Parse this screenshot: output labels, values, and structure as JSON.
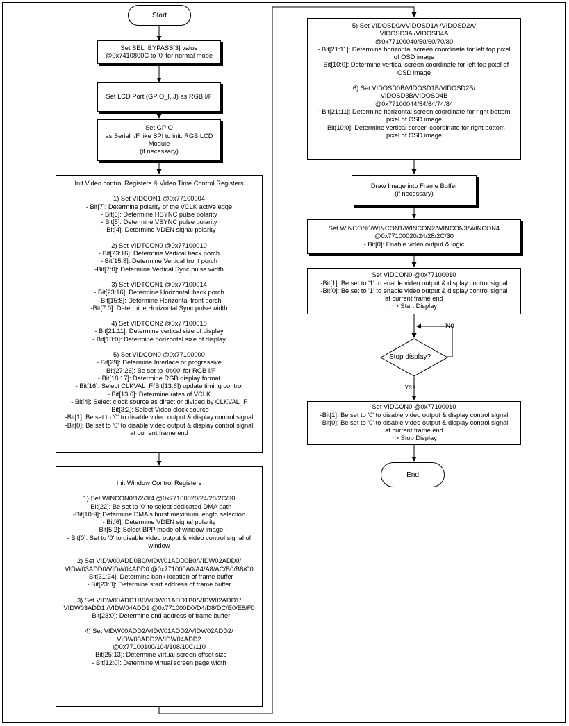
{
  "start_label": "Start",
  "end_label": "End",
  "decision_label": "Stop display?",
  "no_label": "No",
  "yes_label": "Yes",
  "left_column": {
    "sel_bypass": [
      "Set SEL_BYPASS[3] value",
      "@0x7410800C to '0' for normal mode"
    ],
    "lcd_port": [
      "Set LCD Port (GPIO_I, J) as RGB I/F"
    ],
    "gpio": [
      "Set GPIO",
      "as Serial I/F like SPI to init. RGB LCD",
      "Module",
      "(if necessary)"
    ],
    "video_ctrl": {
      "title": "Init Video control Registers & Video Time Control Registers",
      "groups": [
        [
          "1) Set VIDCON1 @0x77100004",
          "- Bit[7]: Determine polarity of the VCLK active edge",
          "- Bit[6]: Determine HSYNC pulse polarity",
          "- Bit[5]: Determine VSYNC pulse polarity",
          "- Bit[4]: Determine VDEN signal polarity"
        ],
        [
          "2) Set VIDTCON0 @0x77100010",
          "- Bit[23:16]: Determine Vertical back porch",
          "- Bit[15:8]: Determine Vertical front porch",
          "-Bit[7:0]: Determine Vertical Sync pulse width"
        ],
        [
          "3) Set VIDTCON1 @0x77100014",
          "- Bit[23:16]: Determine Horizontall back porch",
          "- Bit[15:8]: Determine Horizontal front porch",
          "-Bit[7:0]: Determine Horizontal Sync pulse width"
        ],
        [
          "4) Set VIDTCON2 @0x77100018",
          "- Bit[21:11]: Determine vertical size of display",
          "- Bit[10:0]: Determine horizontal size of display"
        ],
        [
          "5) Set VIDCON0 @0x77100000",
          "- Bit[29]: Determine Interlace or progressive",
          "- Bit[27:26]: Be set to '0b00' for RGB I/F",
          "- Bit[18:17]: Determine RGB display format",
          "- Bit[16]: Select CLKVAL_F(Bit[13:6]) update timing control",
          "- Bit[13:6]: Determine rates of VCLK",
          "- Bit[4]: Select clock source as direct or divided by CLKVAL_F",
          "-Bit[3:2]: Select Video clock source",
          "-Bit[1]: Be set to '0' to disable video output & display control signal",
          "-Bit[0]: Be set to '0' to disable video output & display control signal",
          "at current frame end"
        ]
      ]
    },
    "window_ctrl": {
      "title": "Init Window Control Registers",
      "groups": [
        [
          "1) Set WINCON0/1/2/3/4 @0x77100020/24/28/2C/30",
          "- Bit[22]: Be set to '0' to select dedicated DMA path",
          "-Bit[10:9]: Determine DMA's burst maximum length selection",
          "- Bit[6]: Determine VDEN signal polarity",
          "- Bit[5:2]: Select BPP mode of window image",
          "- Bit[0]: Set to '0' to disable video output & video control signal of",
          "window"
        ],
        [
          "2) Set VIDW00ADD0B0/VIDW01ADD0B0/VIDW02ADD0/",
          "VIDW03ADD0/VIDW04ADD0 @0x771000A0/A4/A8/AC/B0/B8/C0",
          "- Bit[31:24]: Determine bank location of frame buffer",
          "- Bit[23:0]: Determine start address of frame buffer"
        ],
        [
          "3) Set VIDW00ADD1B0/VIDW01ADD1B0/VIDW02ADD1/",
          "VIDW03ADD1 /VIDW04ADD1 @0x771000D0/D4/D8/DC/E0/E8/F0",
          "- Bit[23:0]: Determine end address of frame buffer"
        ],
        [
          "4) Set VIDW00ADD2/VIDW01ADD2/VIDW02ADD2/",
          "VIDW03ADD2/VIDW04ADD2",
          "@0x77100100/104/108/10C/110",
          "- Bit[25:13]: Determine virtual screen offset size",
          "- Bit[12:0]: Determine virtual screen page width"
        ]
      ]
    }
  },
  "right_column": {
    "osd": {
      "groups": [
        [
          "5) Set VIDOSD0A/VIDOSD1A /VIDOSD2A/",
          "VIDOSD3A /VIDOSD4A",
          "@0x77100040/50/60/70/80",
          "- Bit[21:11]: Determine horizontal screen coordinate for left top pixel",
          "of OSD image",
          "- Bit[10:0]: Determine vertical screen coordinate for left top pixel of",
          "OSD image"
        ],
        [
          "6) Set VIDOSD0B/VIDOSD1B/VIDOSD2B/",
          "VIDOSD3B/VIDOSD4B",
          "@0x77100044/54/64/74/84",
          "- Bit[21:11]: Determine horizontal screen coordinate for right bottom",
          "pixel of OSD image",
          "- Bit[10:0]: Determine vertical screen coordinate for right bottom",
          "pixel of OSD image"
        ]
      ]
    },
    "draw_image": [
      "Draw Image into Frame Buffer",
      "(if necessary)"
    ],
    "wincon": [
      "Set WINCON0/WINCON1/WINCON2/WINCON3/WINCON4",
      "@0x77100020/24/28/2C/30",
      "- Bit[0]: Enable video output & logic"
    ],
    "vidcon_start": [
      "Set VIDCON0 @0x77100010",
      "-Bit[1]: Be set to '1' to enable video output & display control signal",
      "-Bit[0]: Be set to '1' to enable video output & display control signal",
      "at current frame end",
      "=> Start Display"
    ],
    "vidcon_stop": [
      "Set VIDCON0 @0x77100010",
      "-Bit[1]: Be set to '0' to disable video output & display control signal",
      "-Bit[0]: Be set to '0' to disable video output & display control signal",
      "at current frame end",
      "=> Stop Display"
    ]
  }
}
